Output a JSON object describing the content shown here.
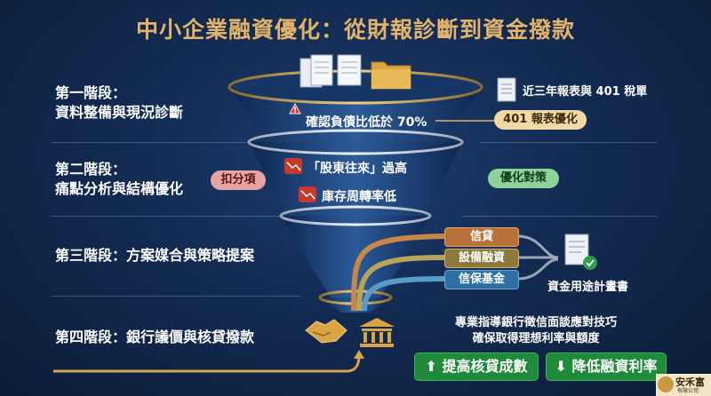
{
  "title": "中小企業融資優化：從財報診斷到資金撥款",
  "stages": [
    {
      "line1": "第一階段：",
      "line2": "資料整備與現況診斷"
    },
    {
      "line1": "第二階段：",
      "line2": "痛點分析與結構優化"
    },
    {
      "line1": "第三階段：方案媒合與策略提案",
      "line2": ""
    },
    {
      "line1": "第四階段：銀行議價與核貸撥款",
      "line2": ""
    }
  ],
  "stage1": {
    "doc_note": "近三年報表與 401 稅單",
    "warning": "確認負債比低於 70%",
    "pill": "401 報表優化"
  },
  "stage2": {
    "left_pill": "扣分項",
    "issues": [
      "「股東往來」過高",
      "庫存周轉率低"
    ],
    "right_pill": "優化對策"
  },
  "stage3": {
    "routes": [
      "信貸",
      "設備融資",
      "信保基金"
    ],
    "result": "資金用途計畫書"
  },
  "stage4": {
    "note_line1": "專業指導銀行徵信面談應對技巧",
    "note_line2": "確保取得理想利率與額度",
    "btn_up": "提高核貸成數",
    "btn_down": "降低融資利率"
  },
  "logo": {
    "name": "安禾富",
    "sub": "有限公司"
  },
  "colors": {
    "gold": "#e2b36a",
    "green": "#1f8a3a",
    "red": "#c0392b"
  }
}
